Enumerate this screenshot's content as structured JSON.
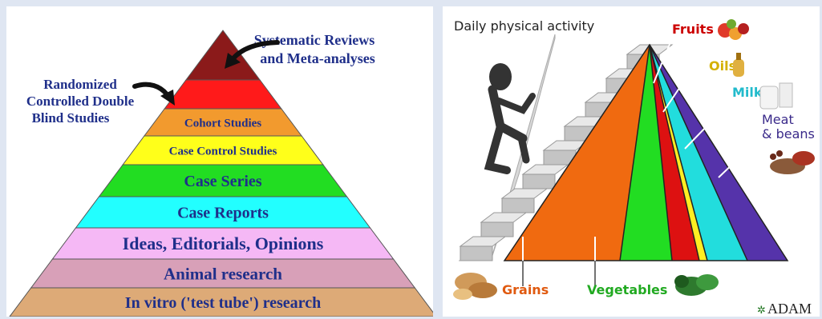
{
  "evidence_pyramid": {
    "top_label_line1": "Systematic Reviews",
    "top_label_line2": "and Meta-analyses",
    "rct_label_line1": "Randomized",
    "rct_label_line2": "Controlled Double",
    "rct_label_line3": "Blind Studies",
    "levels": [
      {
        "label": "",
        "color": "#8b1a1a"
      },
      {
        "label": "",
        "color": "#ff1a1a"
      },
      {
        "label": "Cohort Studies",
        "color": "#f29a2e"
      },
      {
        "label": "Case Control Studies",
        "color": "#ffff1a"
      },
      {
        "label": "Case Series",
        "color": "#22dd22"
      },
      {
        "label": "Case Reports",
        "color": "#22ffff"
      },
      {
        "label": "Ideas, Editorials, Opinions",
        "color": "#f5b8f5"
      },
      {
        "label": "Animal research",
        "color": "#d8a0b8"
      },
      {
        "label": "In vitro ('test tube') research",
        "color": "#ddaa77"
      }
    ]
  },
  "food_pyramid": {
    "activity_label": "Daily physical activity",
    "fruits_label": "Fruits",
    "oils_label": "Oils",
    "milk_label": "Milk",
    "meat_label_line1": "Meat",
    "meat_label_line2": "& beans",
    "grains_label": "Grains",
    "vegetables_label": "Vegetables",
    "brand": "ADAM",
    "colors": {
      "grains": "#f06a10",
      "vegetables": "#22dd22",
      "fruits": "#dd1111",
      "oils": "#ffee22",
      "milk": "#22dddd",
      "meat": "#5533aa"
    }
  }
}
